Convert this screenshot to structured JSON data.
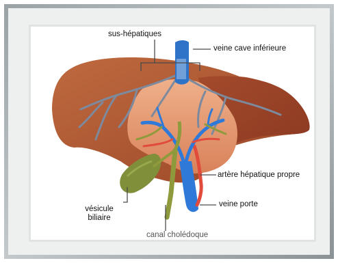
{
  "diagram": {
    "labels": {
      "sus_hepatiques": "sus-hépatiques",
      "veine_cave_inferieure": "veine cave inférieure",
      "artere_hepatique_propre": "artère hépatique propre",
      "veine_porte": "veine porte",
      "vesicule_biliaire_line1": "vésicule",
      "vesicule_biliaire_line2": "biliaire",
      "canal_choledoque": "canal cholédoque"
    },
    "colors": {
      "frame_outer": "#8e969b",
      "frame_inner": "#f3f4f4",
      "canvas": "#ffffff",
      "liver_main": "#b35f38",
      "liver_left_lobe": "#a8502f",
      "liver_center": "#e8a17a",
      "vein_gray_blue": "#7d8a9e",
      "vena_cava_blue": "#2f73c8",
      "portal_vein_blue": "#2f7ad9",
      "hepatic_artery_red": "#e04b3b",
      "bile_duct_olive": "#8e9a3c",
      "gallbladder_green": "#7f8f3a",
      "leader_line": "#4a4a4a"
    }
  }
}
